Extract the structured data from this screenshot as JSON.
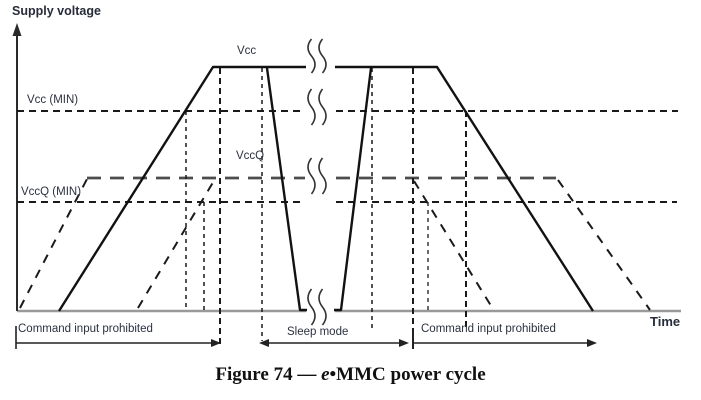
{
  "figure": {
    "y_axis_label": "Supply voltage",
    "x_axis_label": "Time",
    "curve_labels": {
      "vcc": "Vcc",
      "vccq": "VccQ"
    },
    "threshold_labels": {
      "vcc_min": "Vcc (MIN)",
      "vccq_min": "VccQ (MIN)"
    },
    "regions": {
      "command_prohibited_1": "Command input prohibited",
      "sleep_mode": "Sleep mode",
      "command_prohibited_2": "Command input prohibited"
    },
    "caption": {
      "prefix": "Figure 74 — ",
      "emphasis": "e",
      "suffix": "•MMC power cycle"
    },
    "colors": {
      "waveform": "#121212",
      "vccq_level_dash": "#4d4d4d",
      "axis_gray": "#999999",
      "text": "#2b3140"
    }
  }
}
